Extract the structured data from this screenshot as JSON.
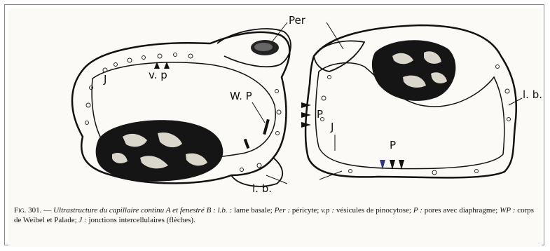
{
  "figure": {
    "labels": {
      "per": "Per",
      "vp": "v. p",
      "j_left": "J",
      "wp": "W. P",
      "lb_left": "l. b.",
      "p_right": "P",
      "j_right": "J",
      "p_bottom": "P",
      "lb_right": "l. b."
    }
  },
  "caption": {
    "fig_num": "Fig. 301.",
    "dash": " — ",
    "title": "Ultrastructure du capillaire continu A et fenestré B : l.b. :",
    "s1": " lame basale; ",
    "k_per": "Per :",
    "s2": " péricyte; ",
    "k_vp": "v.p :",
    "s3": " vésicules de pinocytose; ",
    "k_p": "P :",
    "s4": " pores avec diaphragme; ",
    "k_wp": "WP :",
    "s5": " corps de Weibel et Palade; ",
    "k_j": "J :",
    "s6": " jonctions intercellulaires (flèches)."
  }
}
